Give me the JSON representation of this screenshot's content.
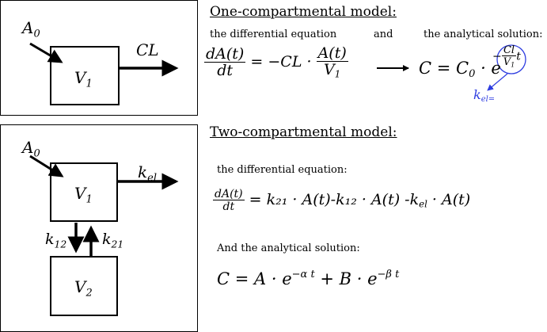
{
  "one_comp": {
    "title": "One-compartmental model:",
    "dose_label": "A",
    "dose_sub": "0",
    "volume_label": "V",
    "volume_sub": "1",
    "elimination_label": "CL",
    "diff_eq_caption": "the differential equation",
    "and_text": "and",
    "solution_caption": "the analytical solution:",
    "eq_lhs_num": "dA(t)",
    "eq_lhs_den": "dt",
    "eq_rhs_prefix": "= −CL ·",
    "eq_rhs_num": "A(t)",
    "eq_rhs_den_main": "V",
    "eq_rhs_den_sub": "1",
    "sol_prefix": "C = C",
    "sol_prefix_sub": "0",
    "sol_dot_e": "· e",
    "sol_exp_minus": "−",
    "sol_exp_num": "Cl",
    "sol_exp_den_main": "V",
    "sol_exp_den_sub": "1",
    "sol_exp_t": "t",
    "kel_annotation": "k",
    "kel_annotation_sub": "el=",
    "annotation_color": "#2e3de0"
  },
  "two_comp": {
    "title": "Two-compartmental model:",
    "dose_label": "A",
    "dose_sub": "0",
    "central_label": "V",
    "central_sub": "1",
    "peripheral_label": "V",
    "peripheral_sub": "2",
    "elim_label": "k",
    "elim_sub": "el",
    "k12_label": "k",
    "k12_sub": "12",
    "k21_label": "k",
    "k21_sub": "21",
    "diff_eq_caption": "the differential equation:",
    "eq_lhs_num": "dA(t)",
    "eq_lhs_den": "dt",
    "eq_rhs": "= k₂₁ · A(t)-k₁₂ · A(t) -k",
    "eq_rhs_kel_sub": "el",
    "eq_rhs_tail": "· A(t)",
    "solution_caption": "And the analytical solution:",
    "sol_main": "C = A · e",
    "sol_exp1": "−α t",
    "sol_mid": "+ B · e",
    "sol_exp2": "−β t"
  }
}
